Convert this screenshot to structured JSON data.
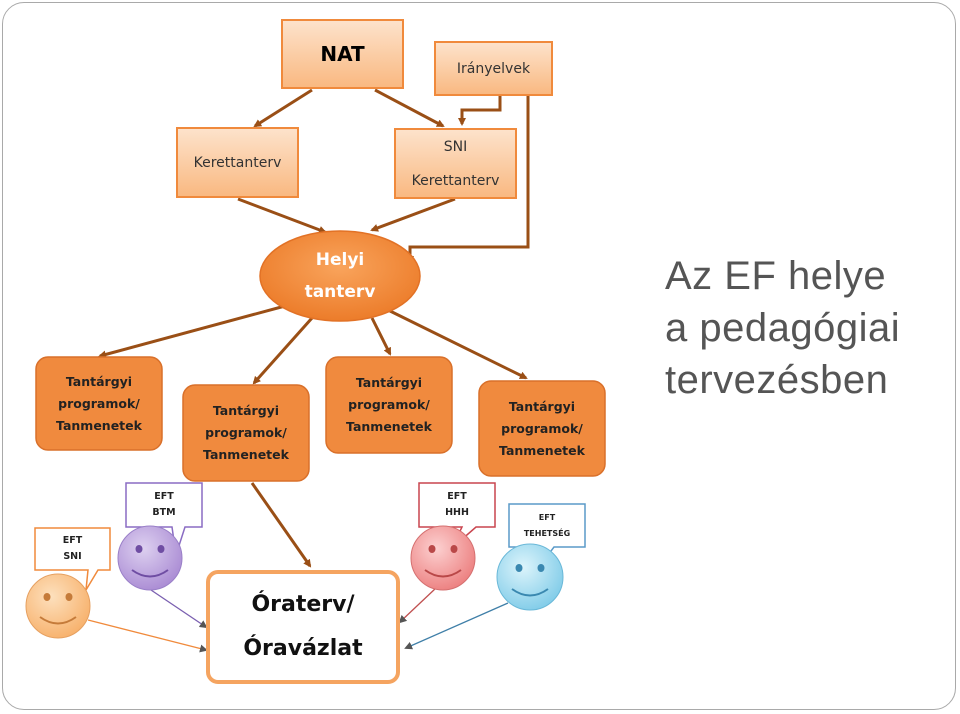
{
  "title_lines": [
    "Az EF helye",
    "a pedagógiai",
    "tervezésben"
  ],
  "nodes": {
    "nat": "NAT",
    "iranyelvek": "Irányelvek",
    "kerettanterv": "Kerettanterv",
    "sni_line1": "SNI",
    "sni_line2": "Kerettanterv",
    "helyi_line1": "Helyi",
    "helyi_line2": "tanterv",
    "program_line1": "Tantárgyi",
    "program_line2": "programok/",
    "program_line3": "Tanmenetek",
    "ora_line1": "Óraterv/",
    "ora_line2": "Óravázlat"
  },
  "bubbles": {
    "sni": [
      "EFT",
      "SNI"
    ],
    "btm": [
      "EFT",
      "BTM"
    ],
    "hhh": [
      "EFT",
      "HHH"
    ],
    "tehetseg": [
      "EFT",
      "TEHETSÉG"
    ]
  },
  "colors": {
    "light_orange": "#fbc9a0",
    "orange_border": "#f08a3c",
    "dark_orange": "#f08a3e",
    "arrow": "#9a4f16",
    "face_orange": "#fbc68f",
    "face_purple": "#bda6df",
    "face_pink": "#f49a9a",
    "face_blue": "#a8dff2"
  }
}
